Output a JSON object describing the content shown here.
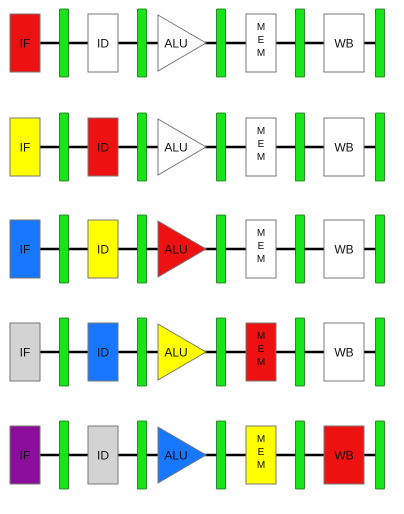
{
  "stages": [
    "IF",
    "ID",
    "ALU",
    "MEM",
    "WB"
  ],
  "colors": {
    "white": "#ffffff",
    "red": "#ee1111",
    "yellow": "#ffff00",
    "blue": "#1877ff",
    "gray": "#d3d3d3",
    "purple": "#8b0d9c",
    "latch": "#17e51a",
    "wire": "#000000"
  },
  "rows": [
    {
      "fills": [
        "red",
        "white",
        "white",
        "white",
        "white"
      ]
    },
    {
      "fills": [
        "yellow",
        "red",
        "white",
        "white",
        "white"
      ]
    },
    {
      "fills": [
        "blue",
        "yellow",
        "red",
        "white",
        "white"
      ]
    },
    {
      "fills": [
        "gray",
        "blue",
        "yellow",
        "red",
        "white"
      ]
    },
    {
      "fills": [
        "purple",
        "gray",
        "blue",
        "yellow",
        "red"
      ]
    }
  ]
}
